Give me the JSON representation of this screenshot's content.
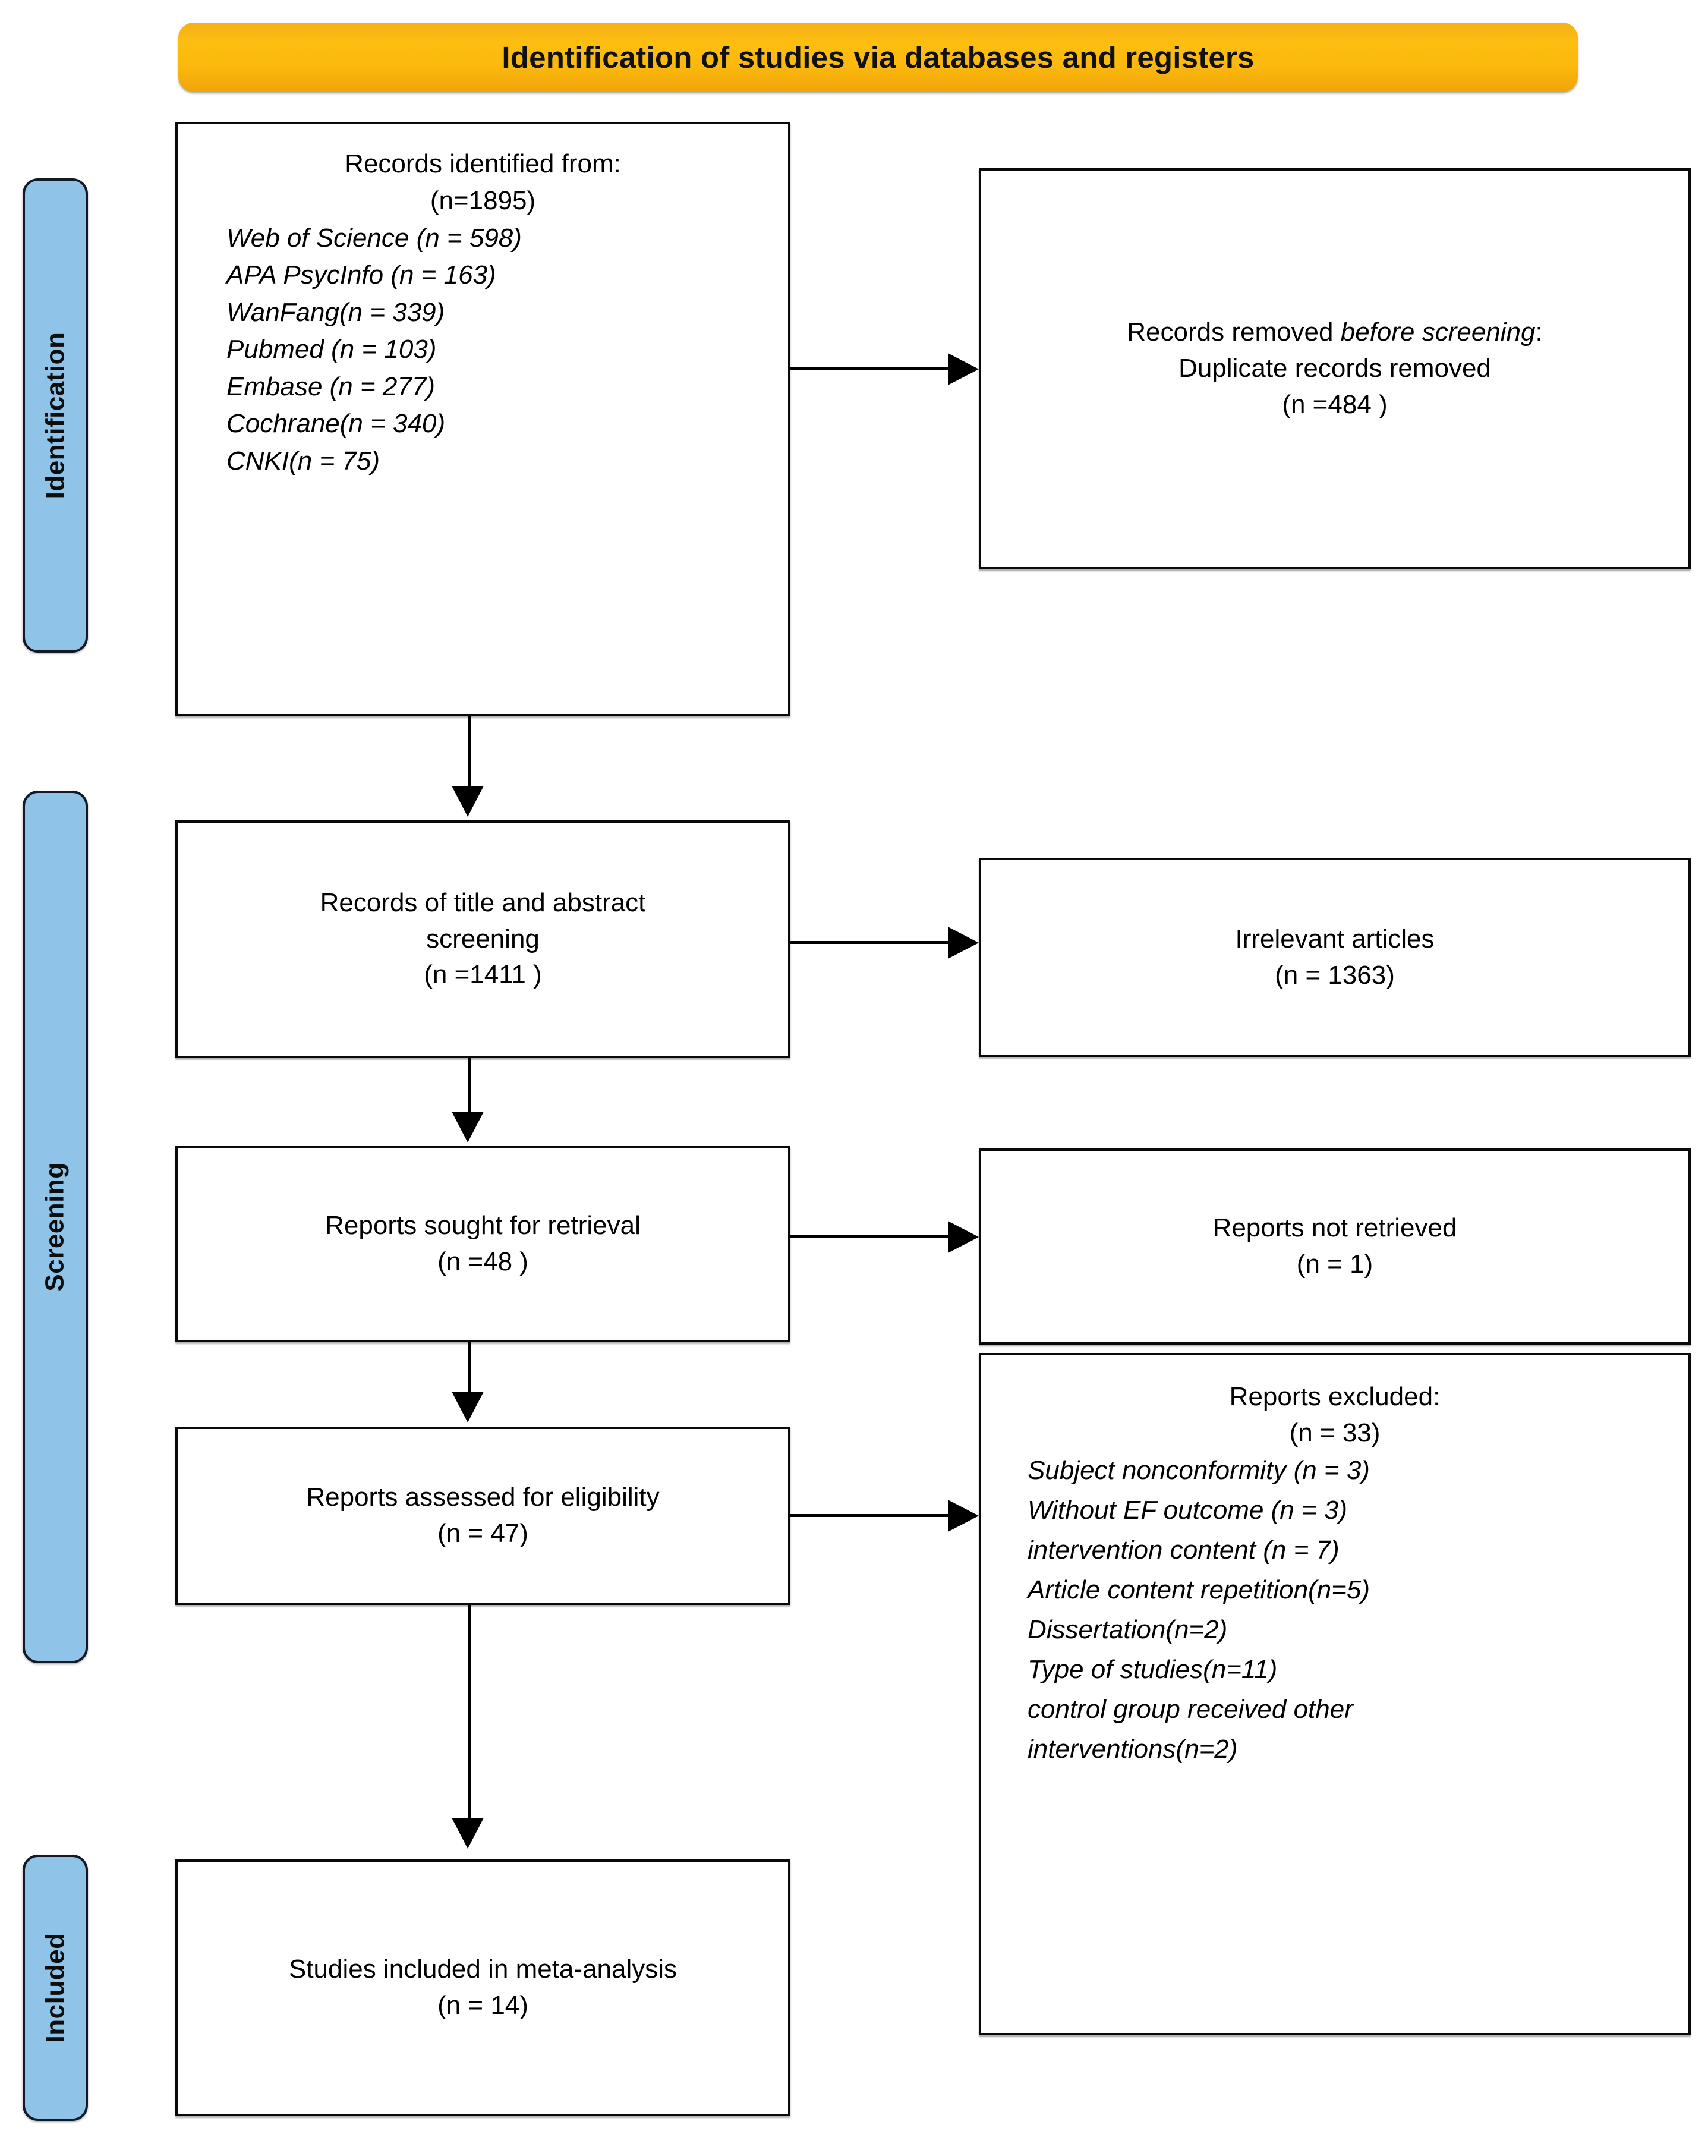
{
  "banner": {
    "title": "Identification of studies via databases and registers",
    "color": "#FCB90D"
  },
  "stages": [
    {
      "key": "identification",
      "label": "Identification"
    },
    {
      "key": "screening",
      "label": "Screening"
    },
    {
      "key": "included",
      "label": "Included"
    }
  ],
  "stage_color": "#8FC3E8",
  "boxes": {
    "identified": {
      "heading": "Records identified from:",
      "total": "(n=1895)",
      "sources": [
        "Web of Science (n = 598)",
        "APA PsycInfo (n = 163)",
        "WanFang(n = 339)",
        "Pubmed (n = 103)",
        "Embase (n = 277)",
        "Cochrane(n = 340)",
        "CNKI(n = 75)"
      ]
    },
    "removed": {
      "line1_normal": "Records removed ",
      "line1_italic": "before screening",
      "line1_tail": ":",
      "line2": "Duplicate records removed",
      "count": "(n =484 )"
    },
    "title_abstract": {
      "line1": "Records of title and abstract",
      "line2": "screening",
      "count": "(n =1411 )"
    },
    "irrelevant": {
      "label": "Irrelevant articles",
      "count": "(n = 1363)"
    },
    "sought": {
      "label": "Reports sought for retrieval",
      "count": "(n =48 )"
    },
    "not_retrieved": {
      "label": "Reports not retrieved",
      "count": "(n = 1)"
    },
    "eligibility": {
      "label": "Reports assessed for eligibility",
      "count": "(n = 47)"
    },
    "excluded": {
      "heading": "Reports excluded:",
      "count": "(n = 33)",
      "reasons": [
        "Subject nonconformity (n = 3)",
        "Without EF outcome   (n = 3)",
        "intervention content   (n = 7)",
        "Article content repetition(n=5)",
        "Dissertation(n=2)",
        "Type of studies(n=11)",
        "control group received other",
        "interventions(n=2)"
      ]
    },
    "included": {
      "label": "Studies included in meta-analysis",
      "count": "(n = 14)"
    }
  }
}
